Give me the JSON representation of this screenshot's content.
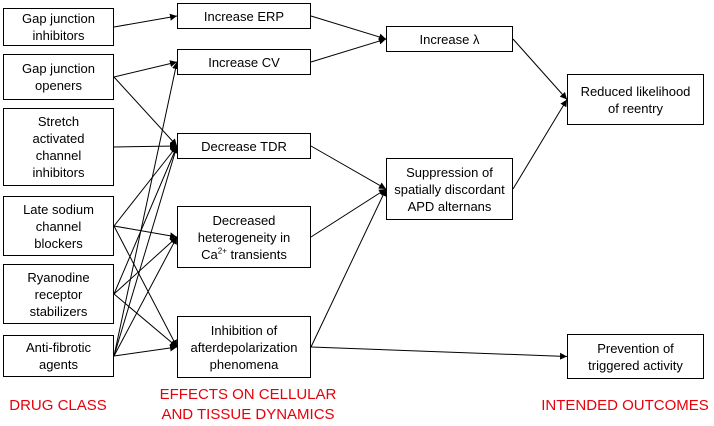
{
  "drug_classes": {
    "gap_junction_inhibitors": [
      "Gap junction",
      "inhibitors"
    ],
    "gap_junction_openers": [
      "Gap junction",
      "openers"
    ],
    "stretch_activated_channel_inhibitors": [
      "Stretch",
      "activated",
      "channel",
      "inhibitors"
    ],
    "late_sodium_channel_blockers": [
      "Late sodium",
      "channel",
      "blockers"
    ],
    "ryanodine_receptor_stabilizers": [
      "Ryanodine",
      "receptor",
      "stabilizers"
    ],
    "anti_fibrotic_agents": [
      "Anti-fibrotic",
      "agents"
    ]
  },
  "effects": {
    "increase_erp": "Increase ERP",
    "increase_cv": "Increase CV",
    "decrease_tdr": "Decrease TDR",
    "decreased_heterogeneity": {
      "line1": "Decreased",
      "line2": "heterogeneity in",
      "line3_prefix": "Ca",
      "line3_sup": "2+",
      "line3_suffix": " transients"
    },
    "inhibition_afterdepolarization": [
      "Inhibition of",
      "afterdepolarization",
      "phenomena"
    ]
  },
  "intermediates": {
    "increase_lambda": "Increase λ",
    "suppression_alternans": [
      "Suppression of",
      "spatially discordant",
      "APD alternans"
    ]
  },
  "outcomes": {
    "reduced_reentry": [
      "Reduced likelihood",
      "of reentry"
    ],
    "prevention_triggered": [
      "Prevention of",
      "triggered activity"
    ]
  },
  "column_labels": {
    "drug_class": "DRUG CLASS",
    "effects": [
      "EFFECTS ON CELLULAR",
      "AND TISSUE DYNAMICS"
    ],
    "outcomes": "INTENDED OUTCOMES"
  },
  "colors": {
    "label_red": "#e8000b",
    "box_border": "#000000",
    "arrow": "#000000"
  },
  "edges": [
    [
      "gap_junction_inhibitors",
      "increase_erp"
    ],
    [
      "gap_junction_openers",
      "increase_cv"
    ],
    [
      "gap_junction_openers",
      "decrease_tdr"
    ],
    [
      "stretch_activated_channel_inhibitors",
      "decrease_tdr"
    ],
    [
      "late_sodium_channel_blockers",
      "decrease_tdr"
    ],
    [
      "late_sodium_channel_blockers",
      "decreased_heterogeneity"
    ],
    [
      "late_sodium_channel_blockers",
      "inhibition_afterdepolarization"
    ],
    [
      "ryanodine_receptor_stabilizers",
      "decrease_tdr"
    ],
    [
      "ryanodine_receptor_stabilizers",
      "decreased_heterogeneity"
    ],
    [
      "ryanodine_receptor_stabilizers",
      "inhibition_afterdepolarization"
    ],
    [
      "anti_fibrotic_agents",
      "increase_cv"
    ],
    [
      "anti_fibrotic_agents",
      "decrease_tdr"
    ],
    [
      "anti_fibrotic_agents",
      "decreased_heterogeneity"
    ],
    [
      "anti_fibrotic_agents",
      "inhibition_afterdepolarization"
    ],
    [
      "increase_erp",
      "increase_lambda"
    ],
    [
      "increase_cv",
      "increase_lambda"
    ],
    [
      "decrease_tdr",
      "suppression_alternans"
    ],
    [
      "decreased_heterogeneity",
      "suppression_alternans"
    ],
    [
      "inhibition_afterdepolarization",
      "suppression_alternans"
    ],
    [
      "inhibition_afterdepolarization",
      "prevention_triggered"
    ],
    [
      "increase_lambda",
      "reduced_reentry"
    ],
    [
      "suppression_alternans",
      "reduced_reentry"
    ]
  ]
}
